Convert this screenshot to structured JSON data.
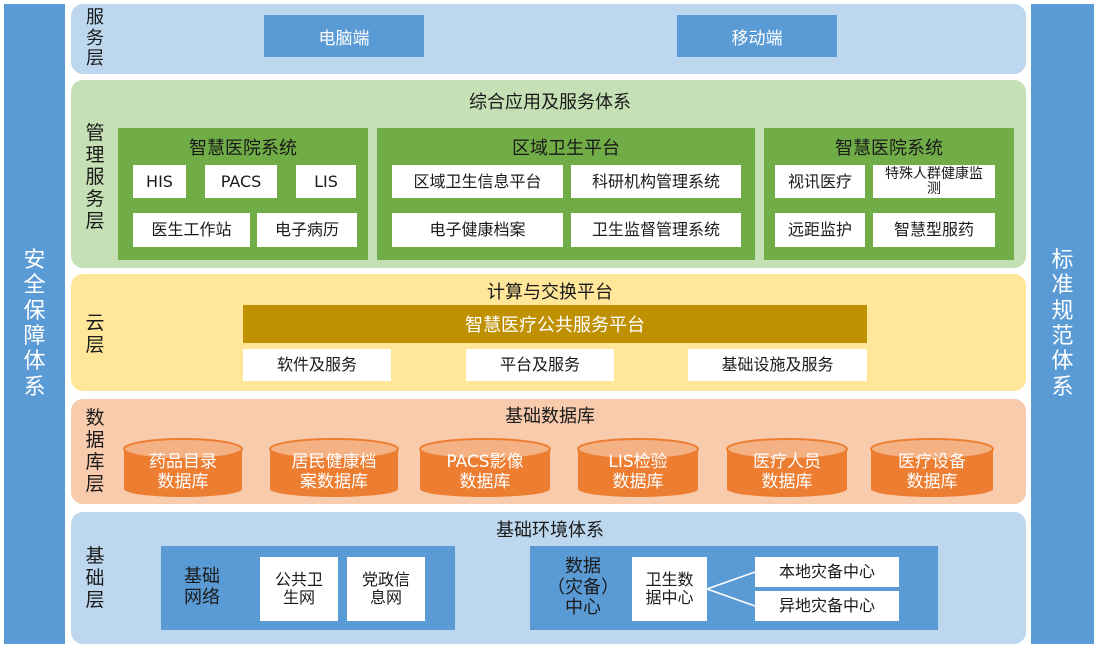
{
  "left_side": [
    "安",
    "全",
    "保",
    "障",
    "体",
    "系"
  ],
  "right_side": [
    "标",
    "准",
    "规",
    "范",
    "体",
    "系"
  ],
  "service_layer": {
    "label": [
      "服",
      "务",
      "层"
    ],
    "items": [
      "电脑端",
      "移动端"
    ]
  },
  "mgmt_layer": {
    "label": [
      "管",
      "理",
      "服",
      "务",
      "层"
    ],
    "title": "综合应用及服务体系",
    "panel_left": {
      "title": "智慧医院系统",
      "items": [
        "HIS",
        "PACS",
        "LIS",
        "医生工作站",
        "电子病历"
      ]
    },
    "panel_mid": {
      "title": "区域卫生平台",
      "items": [
        "区域卫生信息平台",
        "科研机构管理系统",
        "电子健康档案",
        "卫生监督管理系统"
      ]
    },
    "panel_right": {
      "title": "智慧医院系统",
      "items": [
        "视讯医疗",
        "特殊人群健康监测",
        "远距监护",
        "智慧型服药"
      ]
    }
  },
  "cloud_layer": {
    "label": [
      "云",
      "层"
    ],
    "title": "计算与交换平台",
    "platform": "智慧医疗公共服务平台",
    "items": [
      "软件及服务",
      "平台及服务",
      "基础设施及服务"
    ]
  },
  "data_layer": {
    "label": [
      "数",
      "据",
      "库",
      "层"
    ],
    "title": "基础数据库",
    "databases": [
      [
        "药品目录",
        "数据库"
      ],
      [
        "居民健康档",
        "案数据库"
      ],
      [
        "PACS影像",
        "数据库"
      ],
      [
        "LIS检验",
        "数据库"
      ],
      [
        "医疗人员",
        "数据库"
      ],
      [
        "医疗设备",
        "数据库"
      ]
    ]
  },
  "base_layer": {
    "label": [
      "基",
      "础",
      "层"
    ],
    "title": "基础环境体系",
    "network": {
      "title": [
        "基础",
        "网络"
      ],
      "items": [
        [
          "公共卫",
          "生网"
        ],
        [
          "党政信",
          "息网"
        ]
      ]
    },
    "datacenter": {
      "title": [
        "数据",
        "（灾备）",
        "中心"
      ],
      "center": [
        "卫生数",
        "据中心"
      ],
      "backups": [
        "本地灾备中心",
        "异地灾备中心"
      ]
    }
  },
  "colors": {
    "side_blue": "#5b9bd5",
    "mgmt_green": "#70ad47",
    "cloud_gold": "#bf9000",
    "db_orange": "#ed7d31"
  }
}
